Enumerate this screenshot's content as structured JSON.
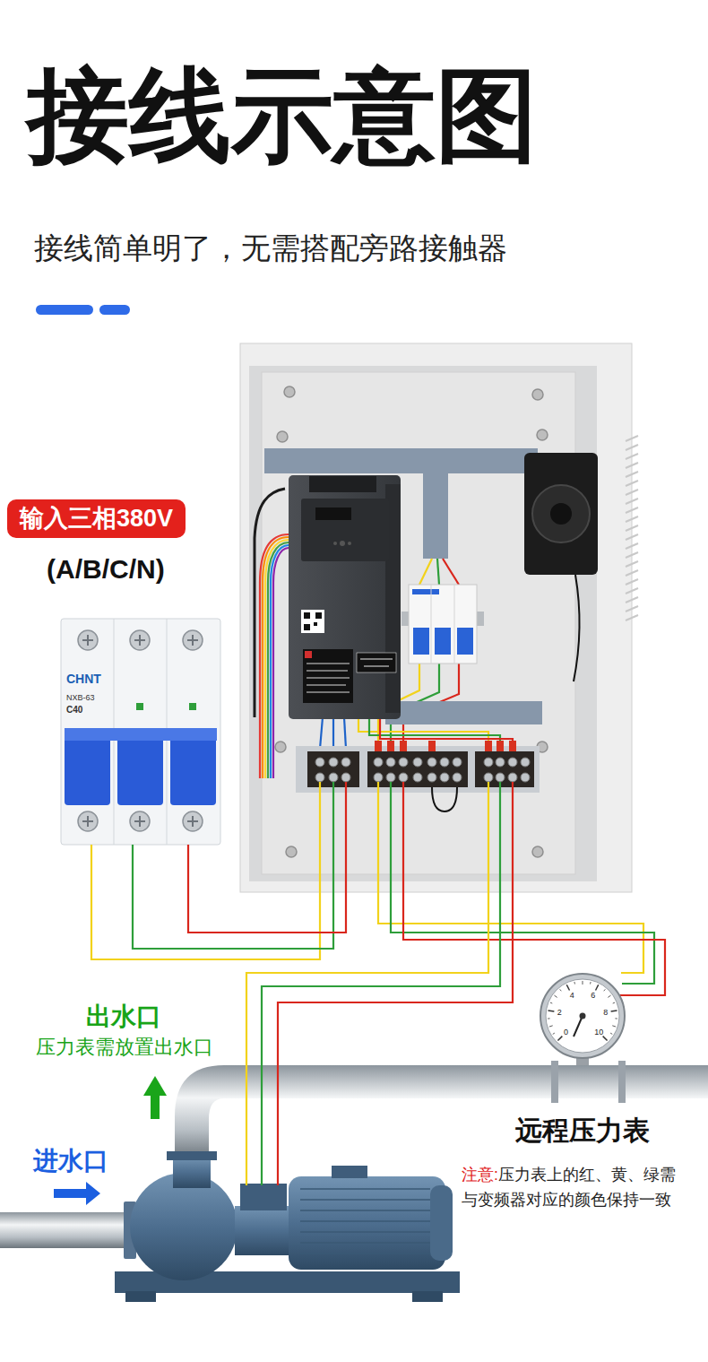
{
  "diagram": {
    "title": "接线示意图",
    "nodes": [
      {
        "text": [
          "输入三相380V"
        ]
      },
      {
        "text": [
          "CHNT",
          "NXB-63",
          "C40"
        ]
      },
      {
        "text": [
          "0",
          "2",
          "4",
          "6",
          "8",
          "10"
        ]
      }
    ],
    "labels": [
      "接线简单明了，无需搭配旁路接触器",
      "(A/B/C/N)",
      "出水口",
      "压力表需放置出水口",
      "进水口",
      "远程压力表",
      "注意:",
      "压力表上的红、黄、绿需与变频器对应的颜色保持一致"
    ]
  }
}
